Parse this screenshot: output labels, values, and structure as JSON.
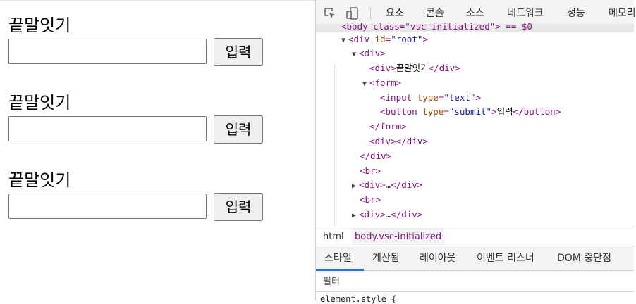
{
  "page": {
    "games": [
      {
        "title": "끝말잇기",
        "input_value": "",
        "button_label": "입력"
      },
      {
        "title": "끝말잇기",
        "input_value": "",
        "button_label": "입력"
      },
      {
        "title": "끝말잇기",
        "input_value": "",
        "button_label": "입력"
      }
    ]
  },
  "devtools": {
    "toolbar_icons": [
      "inspect-element-icon",
      "device-toolbar-icon"
    ],
    "tabs": [
      "요소",
      "콘솔",
      "소스",
      "네트워크",
      "성능",
      "메모리"
    ],
    "active_tab": "요소",
    "cut_line": "<body class=\"vsc-initialized\"> == $0",
    "dom_lines": [
      {
        "tag_open": "<div ",
        "attr": "id",
        "eq": "=",
        "val": "\"root\"",
        "tag_close": ">",
        "expanded": true
      },
      {
        "tag_open": "<div>",
        "expanded": true
      },
      {
        "tag_open": "<div>",
        "text": "끝말잇기",
        "tag_end": "</div>"
      },
      {
        "tag_open": "<form>",
        "expanded": true
      },
      {
        "tag_open": "<input ",
        "attr": "type",
        "eq": "=",
        "val": "\"text\"",
        "tag_close": ">"
      },
      {
        "tag_open": "<button ",
        "attr": "type",
        "eq": "=",
        "val": "\"submit\"",
        "tag_close": ">",
        "text": "입력",
        "tag_end": "</button>"
      },
      {
        "tag_open": "</form>"
      },
      {
        "tag_open": "<div>",
        "tag_end": "</div>"
      },
      {
        "tag_open": "</div>"
      },
      {
        "tag_open": "<br>"
      },
      {
        "tag_open": "<div>",
        "ellipsis": "…",
        "tag_end": "</div>",
        "collapsed": true
      },
      {
        "tag_open": "<br>"
      },
      {
        "tag_open": "<div>",
        "ellipsis": "…",
        "tag_end": "</div>",
        "collapsed": true
      }
    ],
    "breadcrumb": [
      "html",
      "body.vsc-initialized"
    ],
    "sub_tabs": [
      "스타일",
      "계산됨",
      "레이아웃",
      "이벤트 리스너",
      "DOM 중단점"
    ],
    "active_sub_tab": "스타일",
    "filter_placeholder": "필터",
    "element_style": "element.style {"
  },
  "colors": {
    "tag": "#881280",
    "attr_name": "#994500",
    "attr_value": "#1a1aa6",
    "accent": "#1a73e8"
  }
}
